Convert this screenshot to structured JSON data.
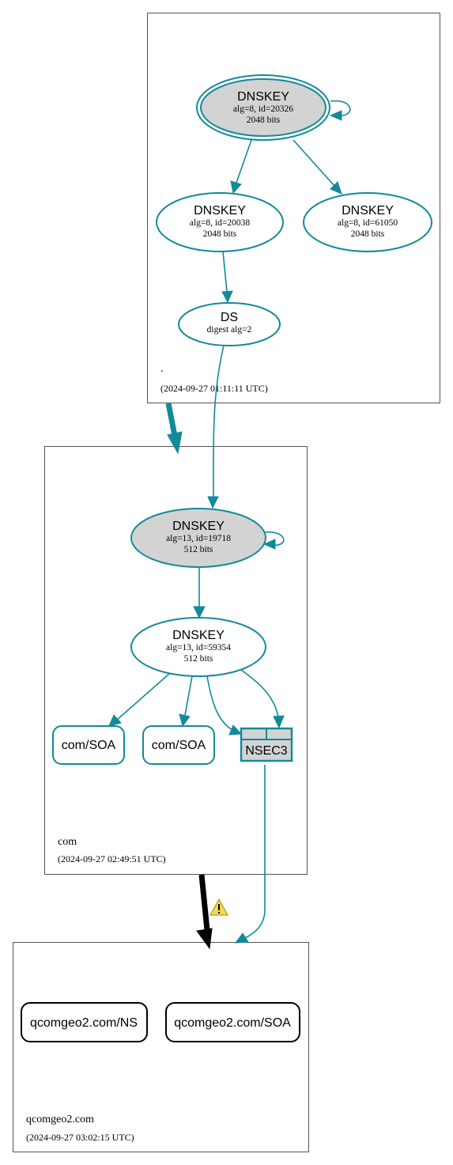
{
  "colors": {
    "accent": "#128a9a",
    "ksk_fill": "#d3d3d3",
    "warning": "#f5d94a",
    "delegation_insecure": "#000000"
  },
  "zones": [
    {
      "name": ".",
      "timestamp": "(2024-09-27 01:11:11 UTC)"
    },
    {
      "name": "com",
      "timestamp": "(2024-09-27 02:49:51 UTC)"
    },
    {
      "name": "qcomgeo2.com",
      "timestamp": "(2024-09-27 03:02:15 UTC)"
    }
  ],
  "nodes": {
    "root_ksk": {
      "title": "DNSKEY",
      "line1": "alg=8, id=20326",
      "line2": "2048 bits"
    },
    "root_zsk1": {
      "title": "DNSKEY",
      "line1": "alg=8, id=20038",
      "line2": "2048 bits"
    },
    "root_zsk2": {
      "title": "DNSKEY",
      "line1": "alg=8, id=61050",
      "line2": "2048 bits"
    },
    "com_ds": {
      "title": "DS",
      "line1": "digest alg=2"
    },
    "com_ksk": {
      "title": "DNSKEY",
      "line1": "alg=13, id=19718",
      "line2": "512 bits"
    },
    "com_zsk": {
      "title": "DNSKEY",
      "line1": "alg=13, id=59354",
      "line2": "512 bits"
    },
    "com_soa_1": {
      "label": "com/SOA"
    },
    "com_soa_2": {
      "label": "com/SOA"
    },
    "com_nsec3": {
      "label": "NSEC3"
    },
    "qcom_ns": {
      "label": "qcomgeo2.com/NS"
    },
    "qcom_soa": {
      "label": "qcomgeo2.com/SOA"
    }
  },
  "warning_icon": "warning-triangle-icon"
}
